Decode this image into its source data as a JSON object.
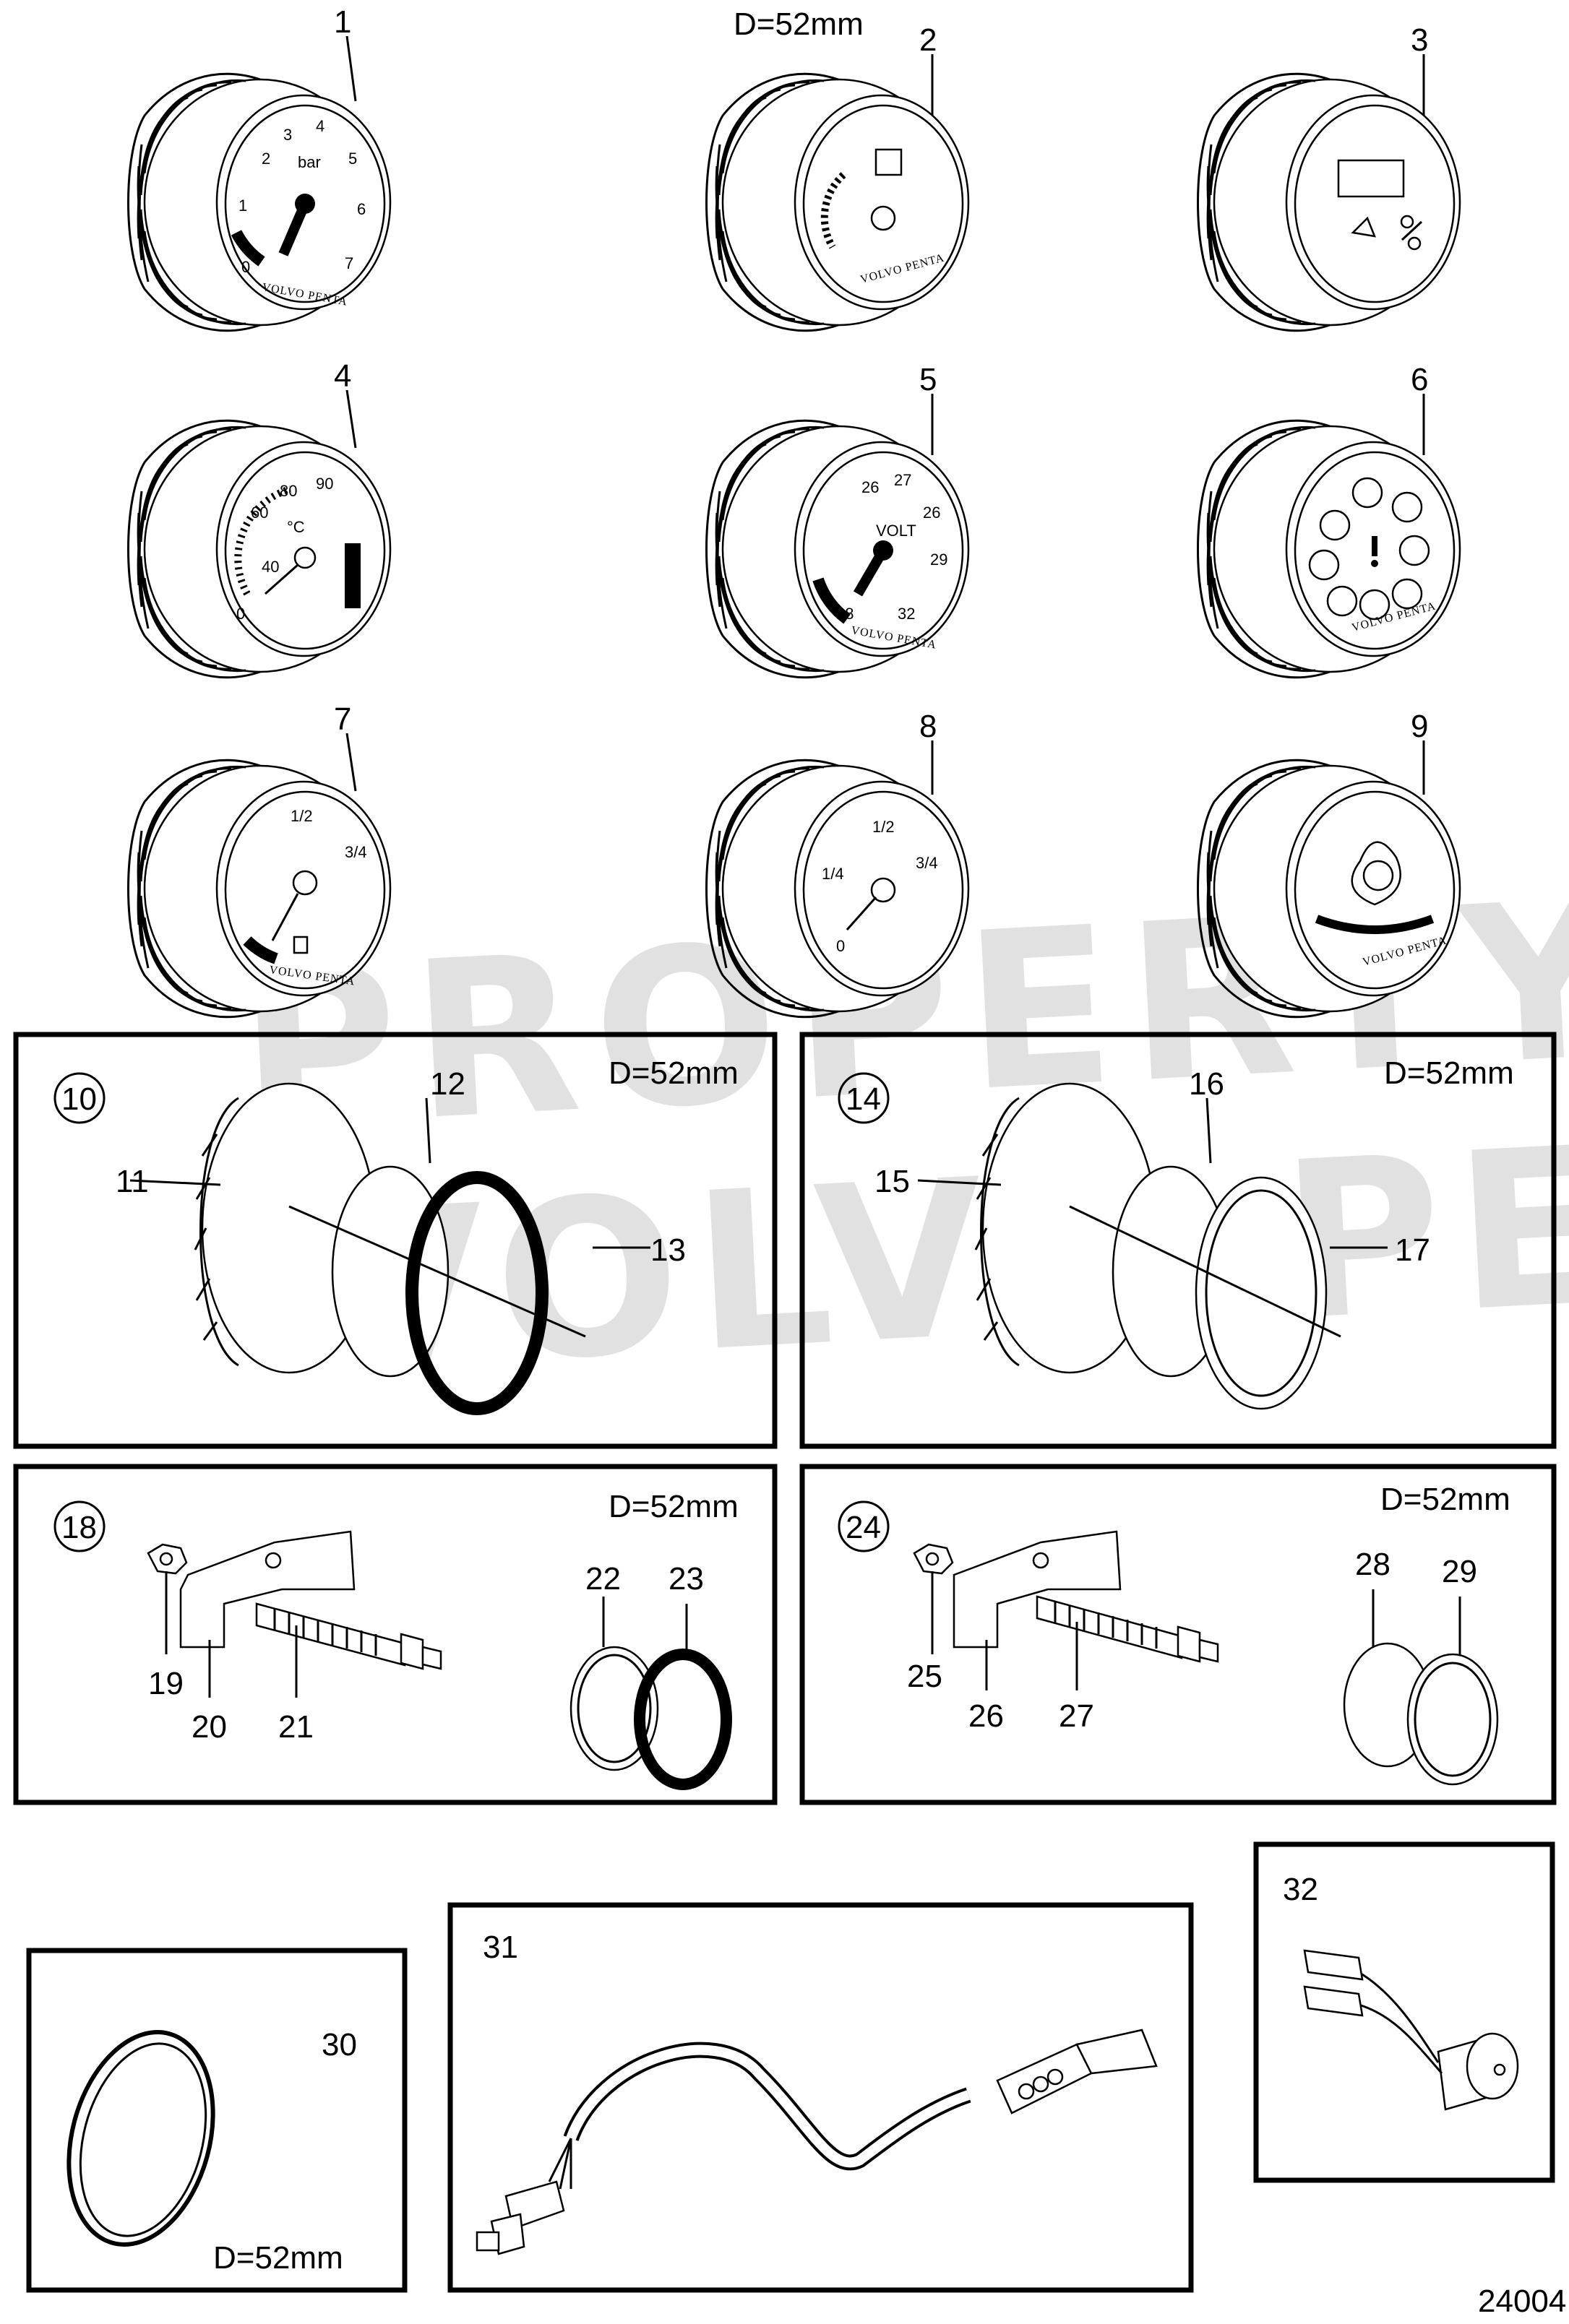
{
  "top_dimension": "D=52mm",
  "gauges": [
    {
      "num": "1",
      "unit": "bar",
      "ticks": [
        "0",
        "1",
        "2",
        "3",
        "4",
        "5",
        "6",
        "7"
      ],
      "brand": "VOLVO PENTA"
    },
    {
      "num": "2",
      "brand": "VOLVO PENTA"
    },
    {
      "num": "3"
    },
    {
      "num": "4",
      "unit": "°C",
      "ticks": [
        "0",
        "40",
        "60",
        "80",
        "90"
      ]
    },
    {
      "num": "5",
      "unit": "VOLT",
      "ticks": [
        "18",
        "26",
        "27",
        "26",
        "29",
        "32"
      ],
      "brand": "VOLVO PENTA"
    },
    {
      "num": "6",
      "brand": "VOLVO PENTA"
    },
    {
      "num": "7",
      "ticks": [
        "1/2",
        "3/4"
      ],
      "brand": "VOLVO PENTA"
    },
    {
      "num": "8",
      "ticks": [
        "1/2",
        "1/4",
        "3/4",
        "0"
      ]
    },
    {
      "num": "9",
      "brand": "VOLVO PENTA"
    }
  ],
  "kits": {
    "kit10": {
      "circle": "10",
      "dimension": "D=52mm",
      "parts": [
        "11",
        "12",
        "13"
      ]
    },
    "kit14": {
      "circle": "14",
      "dimension": "D=52mm",
      "parts": [
        "15",
        "16",
        "17"
      ]
    },
    "kit18": {
      "circle": "18",
      "dimension": "D=52mm",
      "parts": [
        "19",
        "20",
        "21",
        "22",
        "23"
      ]
    },
    "kit24": {
      "circle": "24",
      "dimension": "D=52mm",
      "parts": [
        "25",
        "26",
        "27",
        "28",
        "29"
      ]
    }
  },
  "singles": {
    "p30": {
      "num": "30",
      "dimension": "D=52mm"
    },
    "p31": {
      "num": "31"
    },
    "p32": {
      "num": "32"
    }
  },
  "watermark": [
    "PROPERTY OF",
    "VOLVO PENTA"
  ],
  "drawing_number": "24004"
}
